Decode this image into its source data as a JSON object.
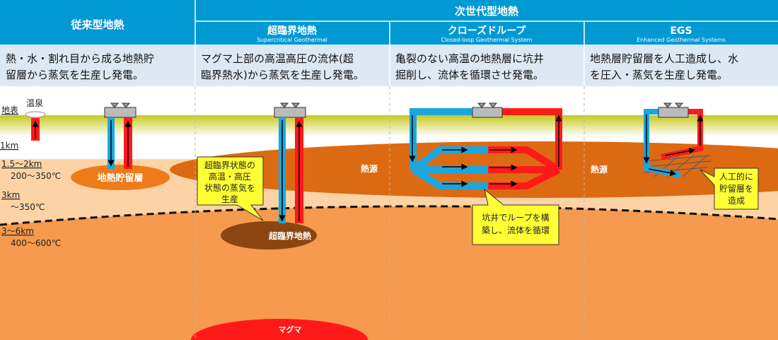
{
  "header": {
    "conventional": "従来型地熱",
    "next_gen": "次世代型地熱",
    "columns": [
      {
        "title": "超臨界地熱",
        "subtitle": "Supercritical Geothermal"
      },
      {
        "title": "クローズドループ",
        "subtitle": "Closed-loop Geothermal System"
      },
      {
        "title": "EGS",
        "subtitle": "Enhanced Geothermal Systems"
      }
    ]
  },
  "descriptions": [
    [
      "熱・水・割れ目から成る地熱貯",
      "留層から蒸気を生産し発電。"
    ],
    [
      "マグマ上部の高温高圧の流体(超",
      "臨界熱水)から蒸気を生産し発電。"
    ],
    [
      "亀裂のない高温の地熱層に坑井",
      "掘削し、流体を循環させ発電。"
    ],
    [
      "地熱層貯留層を人工造成し、水",
      "を圧入・蒸気を生産し発電。"
    ]
  ],
  "depth_labels": {
    "surface": "地表",
    "hot_spring": "温泉",
    "d1": "1km",
    "d2": "1.5～2km",
    "t2": "200～350℃",
    "d3": "3km",
    "t3": "～350℃",
    "d4": "3～6km",
    "t4": "400～600℃"
  },
  "features": {
    "reservoir": "地熱貯留層",
    "supercritical": "超臨界地熱",
    "heat_source_1": "熱源",
    "heat_source_2": "熱源",
    "magma": "マグマ"
  },
  "callouts": {
    "supercritical": [
      "超臨界状態の",
      "高温・高圧",
      "状態の蒸気を",
      "生産"
    ],
    "closed_loop": [
      "坑井でループを構",
      "築し、流体を循環"
    ],
    "egs": [
      "人工的に",
      "貯留層を",
      "造成"
    ]
  },
  "colors": {
    "header": "#0099d4",
    "desc_band": "#dce9f5",
    "shallow": "#fdd3a6",
    "deep": "#f59a4e",
    "heat": "#dc6a12",
    "cold_pipe": "#1aa7e0",
    "hot_pipe": "#ff1a1a",
    "callout": "#ffff33"
  }
}
